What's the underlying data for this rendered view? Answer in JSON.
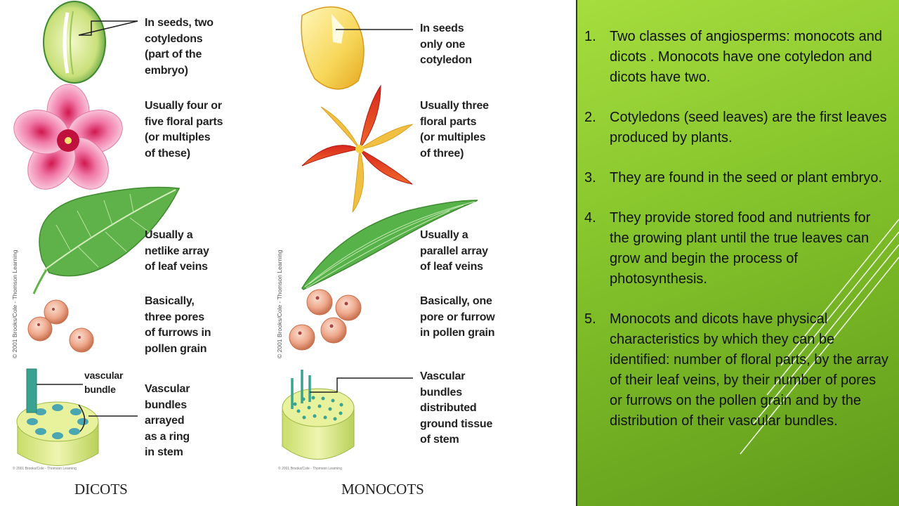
{
  "dicots": {
    "heading": "DICOTS",
    "copyright": "© 2001 Brooks/Cole - Thomson Learning",
    "plate_note": "© 2001 Brooks/Cole - Thomson Learning",
    "vascular_bundle_label": "vascular\nbundle",
    "labels": {
      "seed": "In seeds, two\ncotyledons\n(part of the\nembryo)",
      "flower": "Usually four or\nfive floral parts\n(or multiples\nof these)",
      "leaf": "Usually a\nnetlike array\nof leaf veins",
      "pollen": "Basically,\nthree pores\nof furrows in\npollen grain",
      "stem": "Vascular\nbundles\narrayed\nas a ring\nin stem"
    }
  },
  "monocots": {
    "heading": "MONOCOTS",
    "copyright": "© 2001 Brooks/Cole - Thomson Learning",
    "plate_note": "© 2001 Brooks/Cole - Thomson Learning",
    "labels": {
      "seed": "In seeds\nonly one\ncotyledon",
      "flower": "Usually three\nfloral parts\n(or multiples\nof three)",
      "leaf": "Usually a\nparallel array\nof leaf veins",
      "pollen": "Basically, one\npore or furrow\nin pollen grain",
      "stem": "Vascular\nbundles\ndistributed\nground tissue\nof stem"
    }
  },
  "points": [
    {
      "num": "1.",
      "text": "Two classes of angiosperms: monocots and dicots .  Monocots have one cotyledon and dicots have two."
    },
    {
      "num": "2.",
      "text": "Cotyledons (seed leaves) are the first leaves produced by plants."
    },
    {
      "num": "3.",
      "text": "They are  found in the seed or plant embryo."
    },
    {
      "num": "4.",
      "text": "They provide stored food and nutrients for the growing plant until the true leaves can grow and begin the process of photosynthesis."
    },
    {
      "num": "5.",
      "text": "Monocots and dicots have physical characteristics by which they can be identified:  number of floral parts, by the array of their leaf veins, by their number of pores or furrows on the pollen grain and by the distribution of their vascular bundles."
    }
  ],
  "colors": {
    "accent_green_light": "#a6dd3e",
    "accent_green_dark": "#5f9a1a"
  }
}
